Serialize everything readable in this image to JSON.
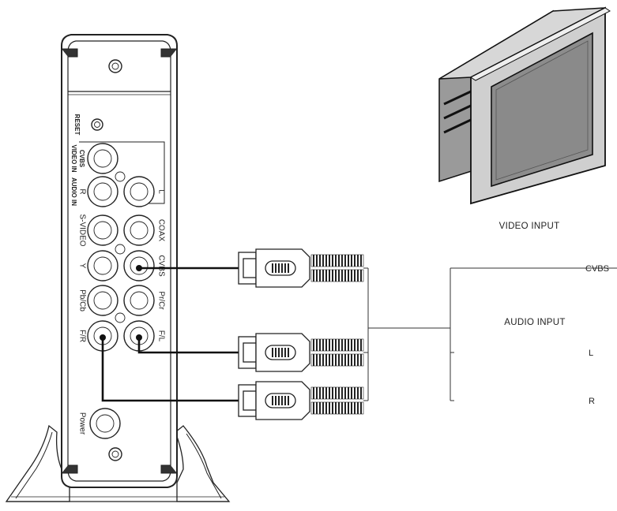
{
  "device": {
    "labels": {
      "reset": "RESET",
      "cvbs": "CVBS",
      "video_in": "VIDEO IN",
      "r": "R",
      "audio_in": "AUDIO IN",
      "l": "L",
      "s_video": "S-VIDEO",
      "coax": "COAX",
      "y": "Y",
      "cvbs_out": "CVBS",
      "pb_cb": "Pb/Cb",
      "pr_cr": "Pr/Cr",
      "f_r": "F/R",
      "f_l": "F/L",
      "power": "Power"
    }
  },
  "tv": {
    "video_input_label": "VIDEO INPUT",
    "audio_input_label": "AUDIO INPUT",
    "cvbs_label": "CVBS",
    "l_label": "L",
    "r_label": "R"
  }
}
